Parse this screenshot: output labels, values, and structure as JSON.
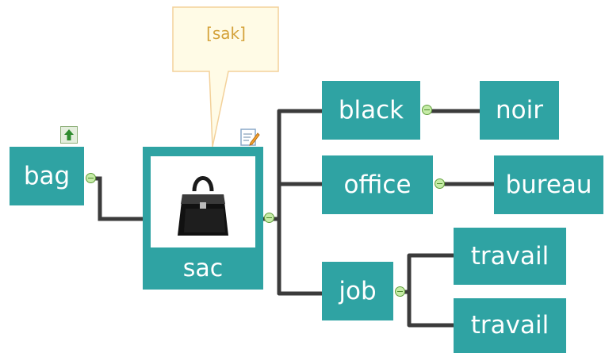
{
  "mindmap": {
    "callout": {
      "text": "[sak]"
    },
    "root": {
      "label": "sac"
    },
    "left_node": {
      "label": "bag"
    },
    "branches": [
      {
        "label": "black",
        "child": "noir"
      },
      {
        "label": "office",
        "child": "bureau"
      },
      {
        "label": "job",
        "children": [
          "travail",
          "travail"
        ]
      }
    ]
  },
  "colors": {
    "node": "#2fa3a3",
    "connector": "#3b3b3b",
    "callout_border": "#f3d19a",
    "callout_fill": "#fffbe6",
    "callout_text": "#d4a23a",
    "toggle": "#c6eca7"
  },
  "icons": {
    "up": "arrow-up-icon",
    "note": "note-edit-icon",
    "image": "handbag-icon",
    "toggle": "collapse-minus-icon"
  }
}
